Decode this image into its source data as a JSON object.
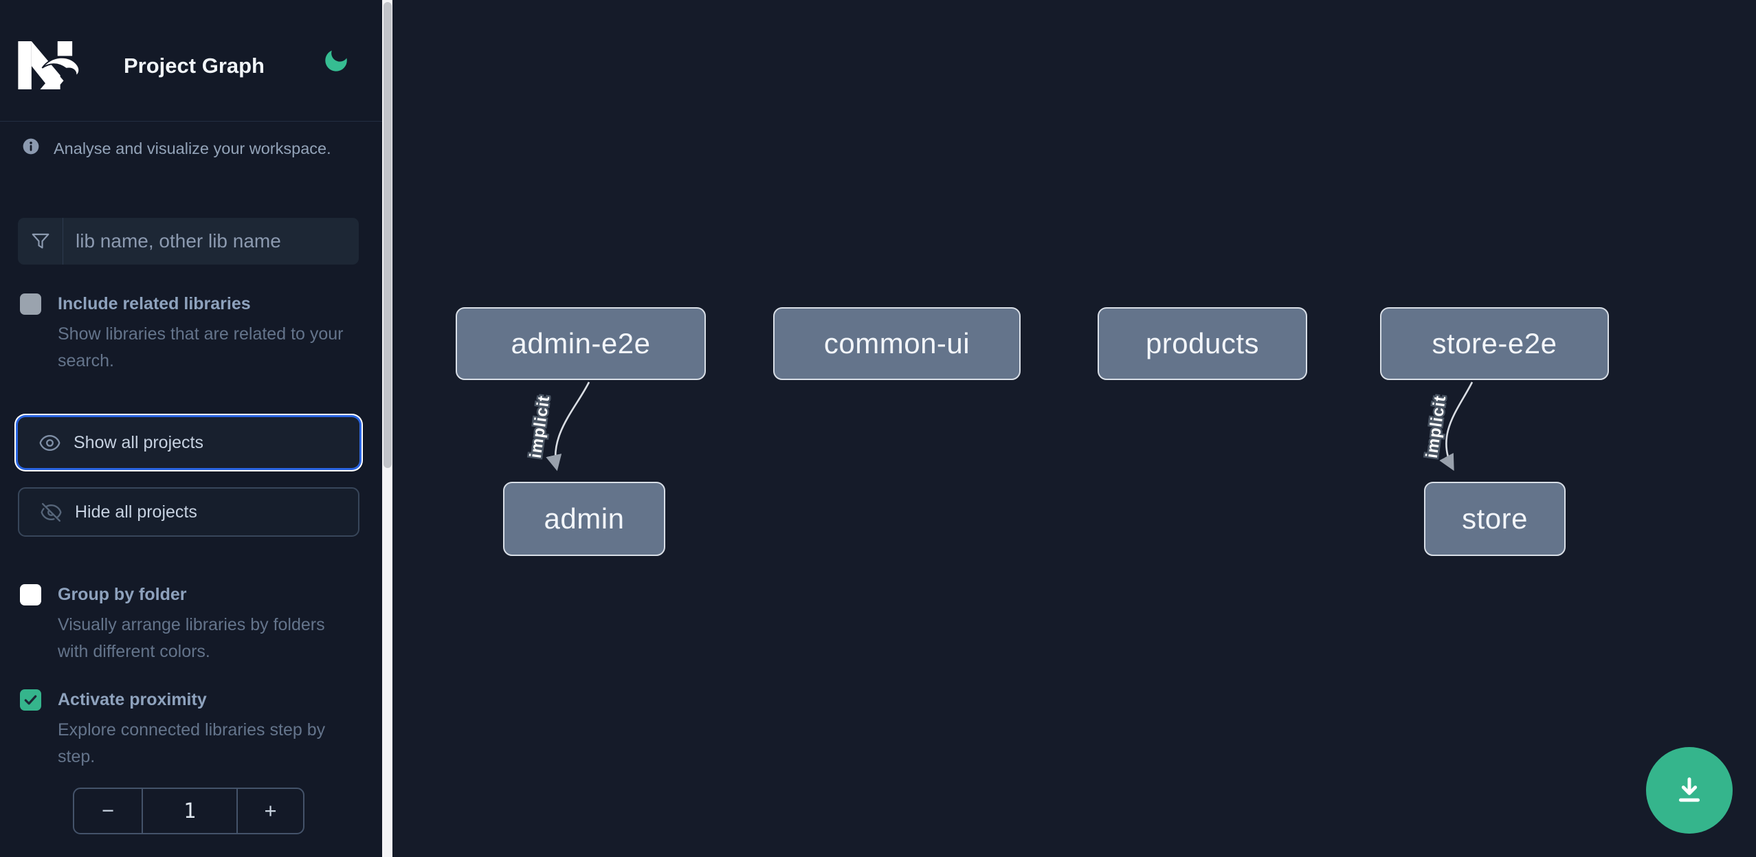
{
  "app": {
    "title": "Project Graph"
  },
  "sidebar": {
    "intro": "Analyse and visualize your workspace.",
    "search": {
      "placeholder": "lib name, other lib name",
      "value": ""
    },
    "options": [
      {
        "label": "Include related libraries",
        "description": "Show libraries that are related to your search.",
        "checked": false,
        "disabled": true
      },
      {
        "label": "Group by folder",
        "description": "Visually arrange libraries by folders with different colors.",
        "checked": false
      },
      {
        "label": "Activate proximity",
        "description": "Explore connected libraries step by step.",
        "checked": true
      }
    ],
    "buttons": {
      "show_all": "Show all projects",
      "hide_all": "Hide all projects"
    },
    "proximity_stepper": {
      "decrement": "−",
      "value": "1",
      "increment": "+"
    }
  },
  "icons": {
    "logo": "nx-logo",
    "theme": "moon-icon",
    "intro": "info-icon",
    "search": "funnel-icon",
    "show_all": "eye-icon",
    "hide_all": "eye-off-icon",
    "fab": "download-icon"
  },
  "graph": {
    "nodes": [
      {
        "id": "admin-e2e",
        "label": "admin-e2e"
      },
      {
        "id": "common-ui",
        "label": "common-ui"
      },
      {
        "id": "products",
        "label": "products"
      },
      {
        "id": "store-e2e",
        "label": "store-e2e"
      },
      {
        "id": "admin",
        "label": "admin"
      },
      {
        "id": "store",
        "label": "store"
      }
    ],
    "edges": [
      {
        "source": "admin-e2e",
        "target": "admin",
        "label": "implicit"
      },
      {
        "source": "store-e2e",
        "target": "store",
        "label": "implicit"
      }
    ]
  },
  "colors": {
    "sidebar_bg": "#131927",
    "canvas_bg": "#151b29",
    "accent_green": "#35b58c",
    "focus_blue": "#2a65e2",
    "node_fill": "#64748b",
    "node_border": "#d9dfe7",
    "edge_line": "#d9dde3"
  }
}
